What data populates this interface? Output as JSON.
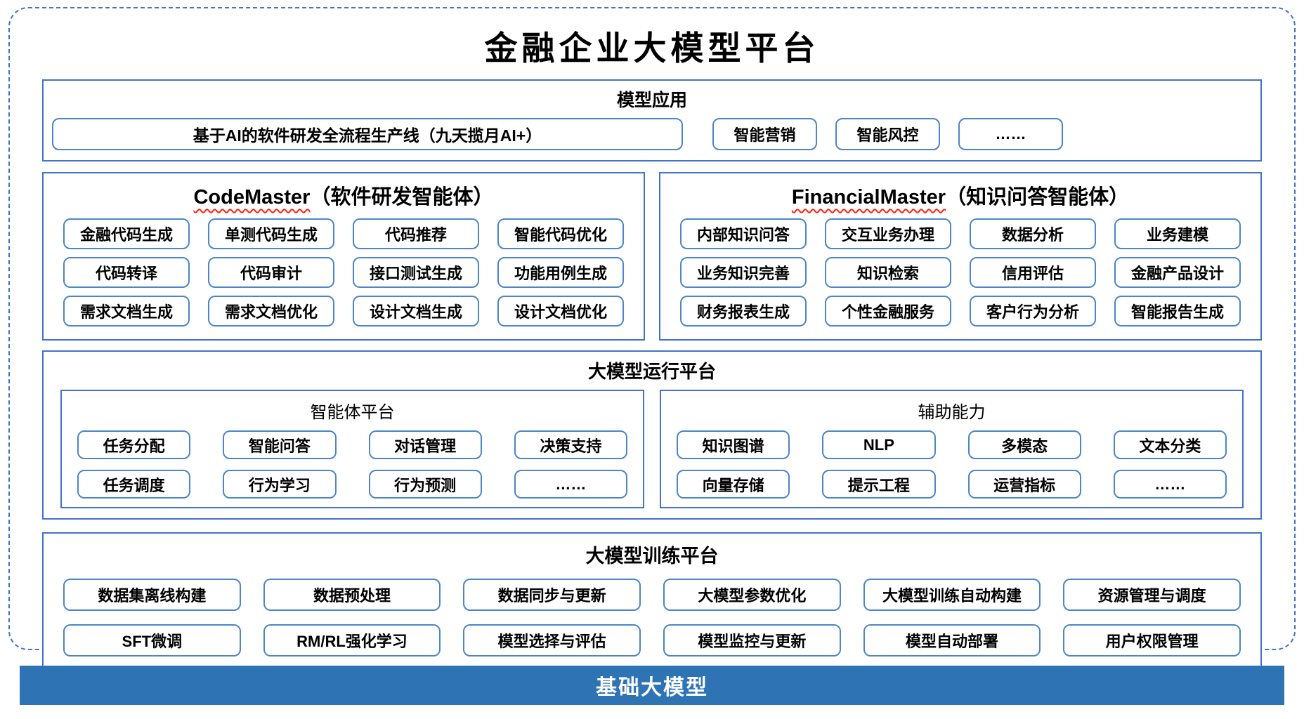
{
  "title": "金融企业大模型平台",
  "colors": {
    "section_border": "#4273C8",
    "item_border": "#4A86C8",
    "dashed_border": "#4273C8",
    "base_bar_bg": "#2E74B5",
    "squiggle": "#FF1F0F"
  },
  "model_app": {
    "header": "模型应用",
    "wide_item": "基于AI的软件研发全流程生产线（九天揽月AI+）",
    "items": [
      "智能营销",
      "智能风控",
      "……"
    ]
  },
  "code_master": {
    "header_en": "CodeMaster",
    "header_zh": "（软件研发智能体）",
    "items": [
      "金融代码生成",
      "单测代码生成",
      "代码推荐",
      "智能代码优化",
      "代码转译",
      "代码审计",
      "接口测试生成",
      "功能用例生成",
      "需求文档生成",
      "需求文档优化",
      "设计文档生成",
      "设计文档优化"
    ]
  },
  "financial_master": {
    "header_en": "FinancialMaster",
    "header_zh": "（知识问答智能体）",
    "items": [
      "内部知识问答",
      "交互业务办理",
      "数据分析",
      "业务建模",
      "业务知识完善",
      "知识检索",
      "信用评估",
      "金融产品设计",
      "财务报表生成",
      "个性金融服务",
      "客户行为分析",
      "智能报告生成"
    ]
  },
  "runtime": {
    "header": "大模型运行平台",
    "agent_platform": {
      "header": "智能体平台",
      "items": [
        "任务分配",
        "智能问答",
        "对话管理",
        "决策支持",
        "任务调度",
        "行为学习",
        "行为预测",
        "……"
      ]
    },
    "aux": {
      "header": "辅助能力",
      "items": [
        "知识图谱",
        "NLP",
        "多模态",
        "文本分类",
        "向量存储",
        "提示工程",
        "运营指标",
        "……"
      ]
    }
  },
  "training": {
    "header": "大模型训练平台",
    "items": [
      "数据集离线构建",
      "数据预处理",
      "数据同步与更新",
      "大模型参数优化",
      "大模型训练自动构建",
      "资源管理与调度",
      "SFT微调",
      "RM/RL强化学习",
      "模型选择与评估",
      "模型监控与更新",
      "模型自动部署",
      "用户权限管理"
    ]
  },
  "base": {
    "label": "基础大模型"
  }
}
